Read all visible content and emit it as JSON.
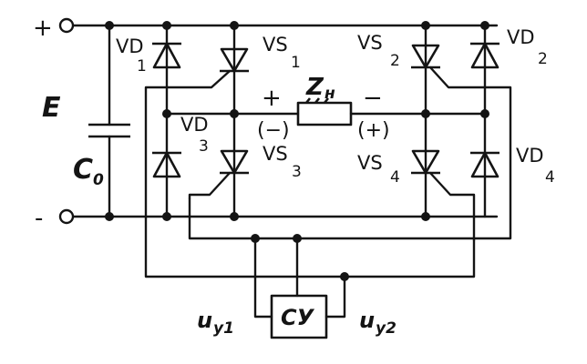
{
  "supply": {
    "plus_sign": "+",
    "minus_sign": "-",
    "source_label": "E",
    "capacitor_label": "C",
    "capacitor_sub": "0"
  },
  "diodes": {
    "vd1": "VD",
    "vd1_sub": "1",
    "vd2": "VD",
    "vd2_sub": "2",
    "vd3": "VD",
    "vd3_sub": "3",
    "vd4": "VD",
    "vd4_sub": "4"
  },
  "thyristors": {
    "vs1": "VS",
    "vs1_sub": "1",
    "vs2": "VS",
    "vs2_sub": "2",
    "vs3": "VS",
    "vs3_sub": "3",
    "vs4": "VS",
    "vs4_sub": "4"
  },
  "load": {
    "label": "Z",
    "sub": "н",
    "left_polarity": "+",
    "right_polarity": "−",
    "left_polarity_alt": "(−)",
    "right_polarity_alt": "(+)"
  },
  "control": {
    "block_label": "СУ",
    "left_output": "u",
    "left_output_sub": "у1",
    "right_output": "u",
    "right_output_sub": "у2"
  }
}
